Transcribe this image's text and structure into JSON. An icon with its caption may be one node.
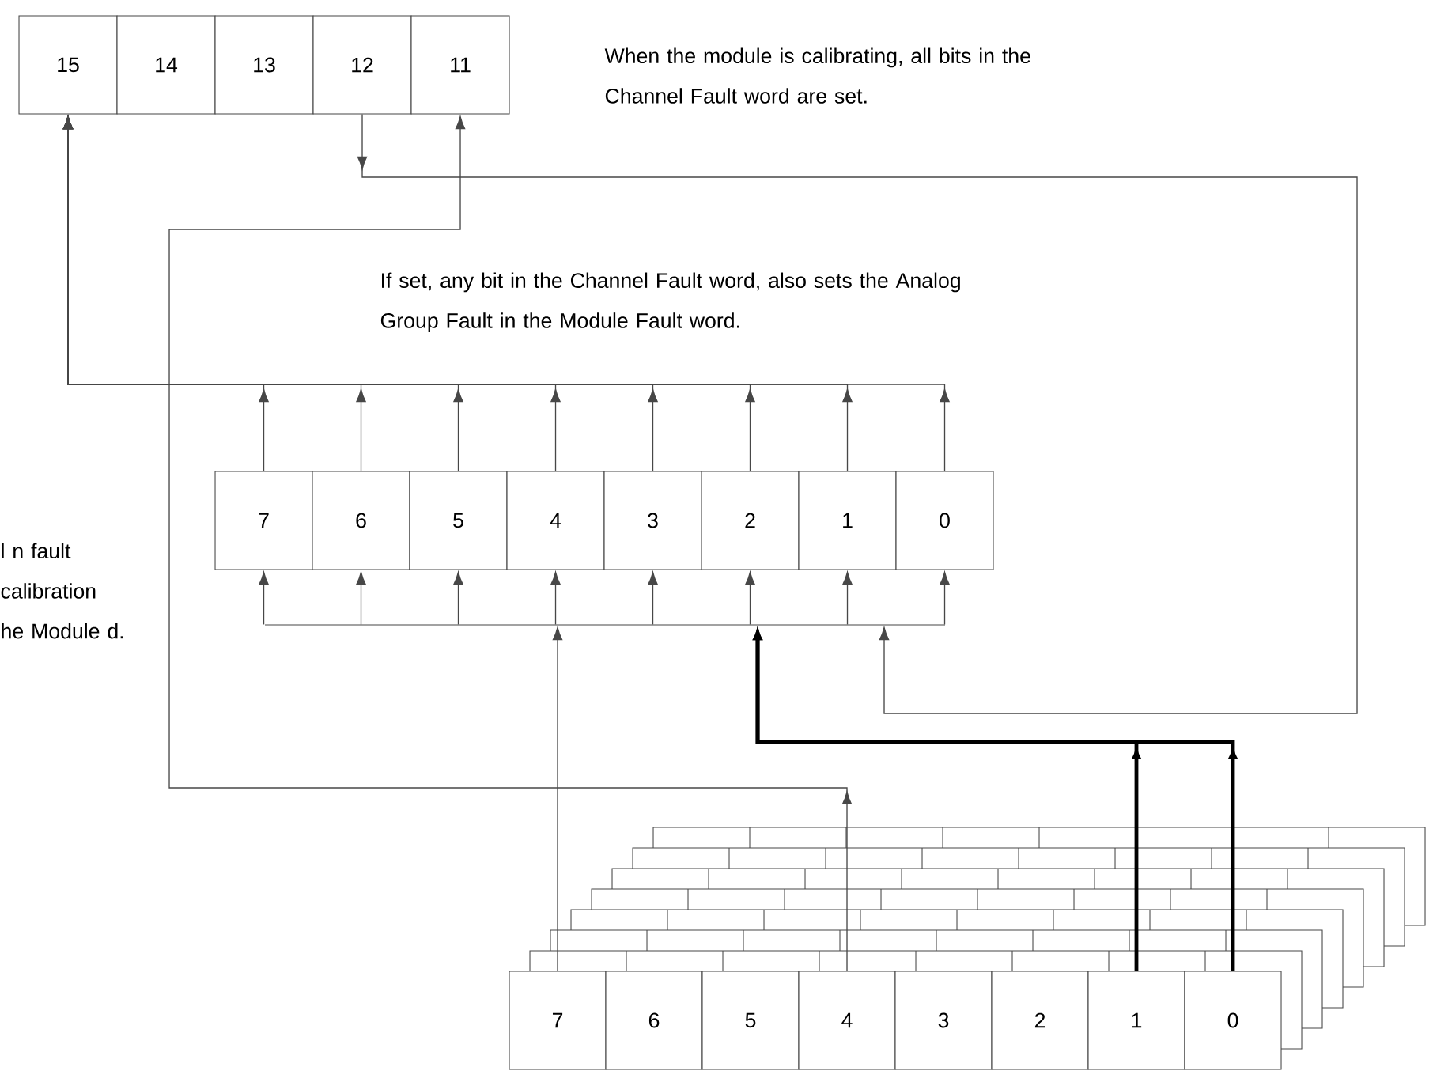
{
  "diagram": {
    "nodes": [
      {
        "text": [
          "15"
        ]
      },
      {
        "text": [
          "14"
        ]
      },
      {
        "text": [
          "13"
        ]
      },
      {
        "text": [
          "12"
        ]
      },
      {
        "text": [
          "11"
        ]
      },
      {
        "text": [
          "7"
        ]
      },
      {
        "text": [
          "6"
        ]
      },
      {
        "text": [
          "5"
        ]
      },
      {
        "text": [
          "4"
        ]
      },
      {
        "text": [
          "3"
        ]
      },
      {
        "text": [
          "2"
        ]
      },
      {
        "text": [
          "1"
        ]
      },
      {
        "text": [
          "0"
        ]
      },
      {
        "text": [
          "7"
        ]
      },
      {
        "text": [
          "6"
        ]
      },
      {
        "text": [
          "5"
        ]
      },
      {
        "text": [
          "4"
        ]
      },
      {
        "text": [
          "3"
        ]
      },
      {
        "text": [
          "2"
        ]
      },
      {
        "text": [
          "1"
        ]
      },
      {
        "text": [
          "0"
        ]
      },
      {
        "text": [],
        "shape": "bar"
      }
    ],
    "edges": [
      {
        "from": 5,
        "to": 0,
        "arrow": "to"
      },
      {
        "from": 6,
        "to": 0,
        "arrow": "to"
      },
      {
        "from": 7,
        "to": 0,
        "arrow": "to"
      },
      {
        "from": 8,
        "to": 0,
        "arrow": "to"
      },
      {
        "from": 9,
        "to": 0,
        "arrow": "to"
      },
      {
        "from": 10,
        "to": 0,
        "arrow": "to"
      },
      {
        "from": 11,
        "to": 0,
        "arrow": "to"
      },
      {
        "from": 12,
        "to": 0,
        "arrow": "to"
      },
      {
        "from": 21,
        "to": 5,
        "arrow": "to"
      },
      {
        "from": 21,
        "to": 6,
        "arrow": "to"
      },
      {
        "from": 21,
        "to": 7,
        "arrow": "to"
      },
      {
        "from": 21,
        "to": 8,
        "arrow": "to"
      },
      {
        "from": 21,
        "to": 9,
        "arrow": "to"
      },
      {
        "from": 21,
        "to": 10,
        "arrow": "to"
      },
      {
        "from": 21,
        "to": 11,
        "arrow": "to"
      },
      {
        "from": 21,
        "to": 12,
        "arrow": "to"
      },
      {
        "from": 3,
        "to": 21,
        "arrow": "to"
      },
      {
        "from": 13,
        "to": 21,
        "arrow": "to"
      },
      {
        "from": 19,
        "to": 21,
        "arrow": "to",
        "style": "thick"
      },
      {
        "from": 20,
        "to": 21,
        "arrow": "to",
        "style": "thick"
      },
      {
        "from": 16,
        "to": 4,
        "arrow": "to"
      }
    ],
    "labels": [
      "When the module is calibrating, all bits in the Channel Fault word are set.",
      "If set, any bit in the Channel Fault word, also sets the Analog Group Fault in the Module Fault word.",
      "l n fault calibration he Module d."
    ]
  }
}
